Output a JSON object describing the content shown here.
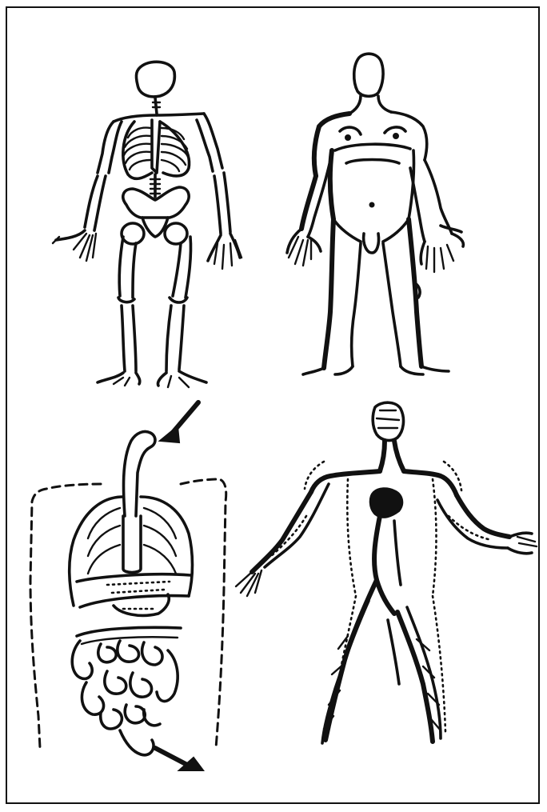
{
  "plate": {
    "figures": [
      {
        "id": "skeleton",
        "depicts": "skeletal-system"
      },
      {
        "id": "muscular-outline",
        "depicts": "body-outline-with-muscles"
      },
      {
        "id": "digestive",
        "depicts": "digestive-tract"
      },
      {
        "id": "circulatory",
        "depicts": "circulatory-system"
      }
    ],
    "ink_color": "#111111",
    "paper_color": "#ffffff"
  }
}
